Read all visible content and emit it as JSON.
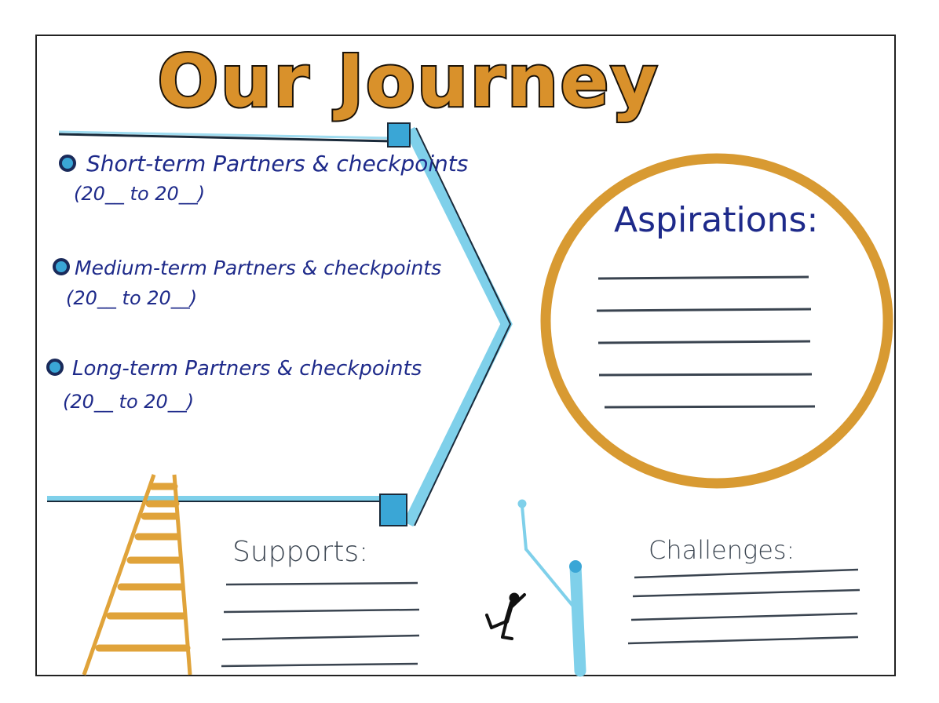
{
  "title": "Our Journey",
  "milestones": [
    {
      "label": "Short-term Partners & checkpoints",
      "range": "(20__ to 20__)"
    },
    {
      "label": "Medium-term Partners & checkpoints",
      "range": "(20__ to 20__)"
    },
    {
      "label": "Long-term Partners & checkpoints",
      "range": "(20__ to 20__)"
    }
  ],
  "aspirations": {
    "heading": "Aspirations:",
    "blank_lines": 5
  },
  "supports": {
    "heading": "Supports:",
    "blank_lines": 4
  },
  "challenges": {
    "heading": "Challenges:",
    "blank_lines": 4
  },
  "colors": {
    "title_fill": "#d9912b",
    "title_outline": "#1a1208",
    "ink_blue": "#1e2a8a",
    "arrow_blue": "#7fd0ea",
    "arrow_blue_dark": "#3aa6d6",
    "circle_gold": "#d89a32",
    "ladder_gold": "#e0a33a",
    "line_ink": "#3a4450"
  },
  "icons": [
    "arrow-chevron",
    "ladder-icon",
    "climbing-figure-icon",
    "rope-pole-icon",
    "bullet-dot-icon"
  ]
}
